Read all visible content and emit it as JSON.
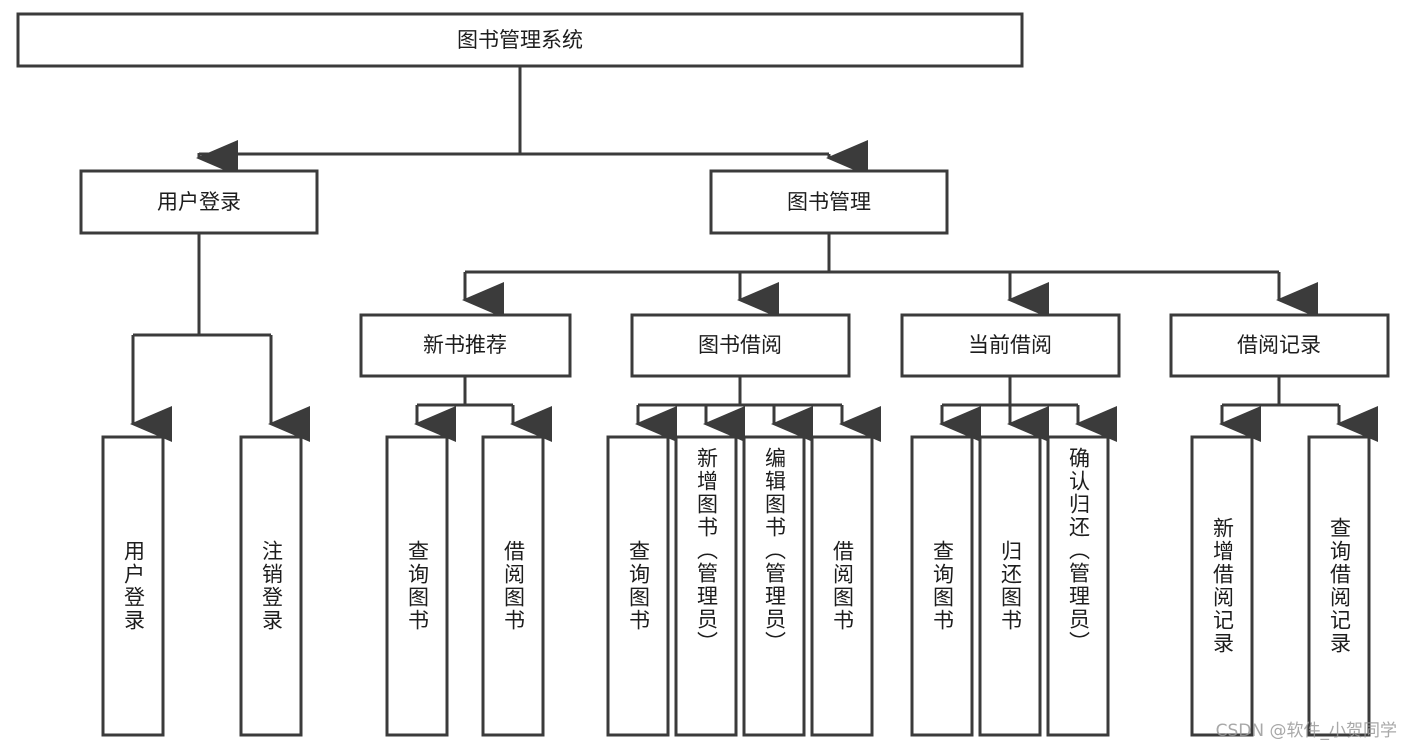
{
  "diagram": {
    "title": "图书管理系统",
    "type": "tree-hierarchy",
    "root": {
      "label": "图书管理系统"
    },
    "level2": [
      {
        "label": "用户登录"
      },
      {
        "label": "图书管理"
      }
    ],
    "level3": [
      {
        "label": "新书推荐"
      },
      {
        "label": "图书借阅"
      },
      {
        "label": "当前借阅"
      },
      {
        "label": "借阅记录"
      }
    ],
    "leaves_user_login": [
      {
        "label": "用户登录"
      },
      {
        "label": "注销登录"
      }
    ],
    "leaves_new_book": [
      {
        "label": "查询图书"
      },
      {
        "label": "借阅图书"
      }
    ],
    "leaves_borrow": [
      {
        "label": "查询图书"
      },
      {
        "label": "新增图书（管理员）"
      },
      {
        "label": "编辑图书（管理员）"
      },
      {
        "label": "借阅图书"
      }
    ],
    "leaves_current": [
      {
        "label": "查询图书"
      },
      {
        "label": "归还图书"
      },
      {
        "label": "确认归还（管理员）"
      }
    ],
    "leaves_records": [
      {
        "label": "新增借阅记录"
      },
      {
        "label": "查询借阅记录"
      }
    ]
  },
  "watermark": {
    "text": "CSDN @软件_小贺同学"
  },
  "colors": {
    "stroke": "#3b3b3b",
    "fill": "#ffffff",
    "text": "#1d1d1d",
    "watermark": "#9a9a9a",
    "background": "#ffffff"
  }
}
